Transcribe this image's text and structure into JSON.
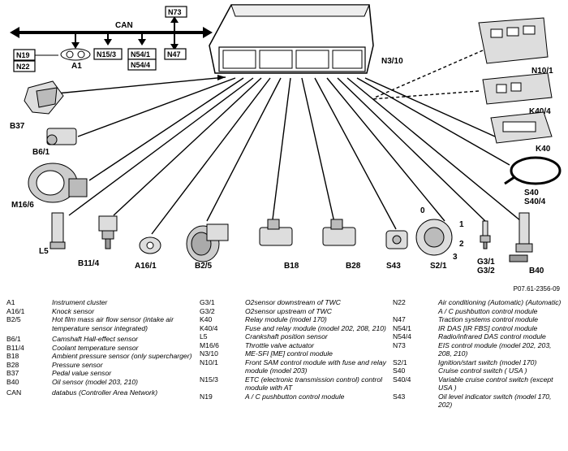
{
  "bus": {
    "label": "CAN",
    "n73": "N73",
    "n19": "N19",
    "n22": "N22",
    "a1": "A1",
    "n15_3": "N15/3",
    "n54_1": "N54/1",
    "n54_4": "N54/4",
    "n47": "N47"
  },
  "ecu": {
    "label": "N3/10"
  },
  "components": {
    "b37": "B37",
    "b6_1": "B6/1",
    "m16_6": "M16/6",
    "l5": "L5",
    "b11_4": "B11/4",
    "a16_1": "A16/1",
    "b2_5": "B2/5",
    "b18": "B18",
    "b28": "B28",
    "s43": "S43",
    "s2_1": "S2/1",
    "g3_1": "G3/1",
    "g3_2": "G3/2",
    "b40": "B40",
    "n10_1": "N10/1",
    "k40_4": "K40/4",
    "k40": "K40",
    "s40": "S40",
    "s40_4": "S40/4",
    "ign_0": "0",
    "ign_1": "1",
    "ign_2": "2",
    "ign_3": "3"
  },
  "figure_code": "P07.61-2356-09",
  "legend": {
    "col1": [
      {
        "code": "A1",
        "desc": "Instrument cluster"
      },
      {
        "code": "A16/1",
        "desc": "Knock sensor"
      },
      {
        "code": "B2/5",
        "desc": "Hot film mass air flow sensor (intake air temperature sensor integrated)"
      },
      {
        "code": "B6/1",
        "desc": "Camshaft Hall-effect sensor"
      },
      {
        "code": "B11/4",
        "desc": "Coolant temperature sensor"
      },
      {
        "code": "B18",
        "desc": "Ambient pressure sensor (only supercharger)"
      },
      {
        "code": "B28",
        "desc": "Pressure sensor"
      },
      {
        "code": "B37",
        "desc": "Pedal value sensor"
      },
      {
        "code": "B40",
        "desc": "Oil sensor (model 203, 210)"
      },
      {
        "code": "CAN",
        "desc": "databus (Controller Area Network)"
      }
    ],
    "col2": [
      {
        "code": "G3/1",
        "desc": "O2sensor downstream of TWC"
      },
      {
        "code": "G3/2",
        "desc": "O2sensor upstream of TWC"
      },
      {
        "code": "K40",
        "desc": "Relay module (model 170)"
      },
      {
        "code": "K40/4",
        "desc": "Fuse and relay module (model 202, 208, 210)"
      },
      {
        "code": "L5",
        "desc": "Crankshaft position sensor"
      },
      {
        "code": "M16/6",
        "desc": "Throttle valve actuator"
      },
      {
        "code": "N3/10",
        "desc": "ME-SFI [ME] control module"
      },
      {
        "code": "N10/1",
        "desc": "Front SAM control module with fuse and relay module (model 203)"
      },
      {
        "code": "N15/3",
        "desc": "ETC (electronic transmission control) control module with AT"
      },
      {
        "code": "N19",
        "desc": "A / C pushbutton control module"
      }
    ],
    "col3": [
      {
        "code": "N22",
        "desc": "Air conditioning (Automatic) (Automatic) A / C pushbutton control module"
      },
      {
        "code": "N47",
        "desc": "Traction systems control module"
      },
      {
        "code": "N54/1",
        "desc": "IR DAS [IR FBS] control module"
      },
      {
        "code": "N54/4",
        "desc": "Radio/infrared DAS control module"
      },
      {
        "code": "N73",
        "desc": "EIS control module (model 202, 203, 208, 210)"
      },
      {
        "code": "S2/1",
        "desc": "Ignition/start switch (model 170)"
      },
      {
        "code": "S40",
        "desc": "Cruise control switch ( USA )"
      },
      {
        "code": "S40/4",
        "desc": "Variable cruise control switch (except USA )"
      },
      {
        "code": "S43",
        "desc": "Oil level indicator switch (model 170, 202)"
      }
    ]
  }
}
